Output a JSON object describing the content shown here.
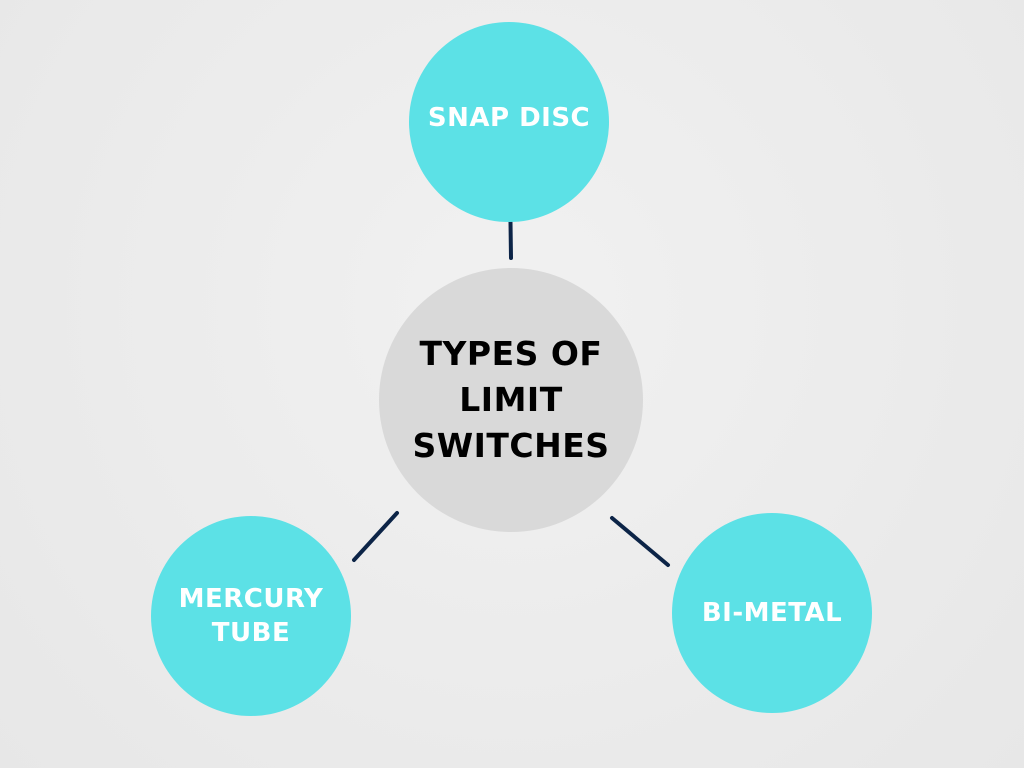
{
  "diagram": {
    "center": {
      "label": "TYPES OF\nLIMIT\nSWITCHES",
      "color": "#d9d9d9",
      "text_color": "#000000"
    },
    "nodes": [
      {
        "id": "snap-disc",
        "label": "SNAP DISC",
        "color": "#5ce1e6",
        "text_color": "#ffffff"
      },
      {
        "id": "mercury-tube",
        "label": "MERCURY\nTUBE",
        "color": "#5ce1e6",
        "text_color": "#ffffff"
      },
      {
        "id": "bi-metal",
        "label": "BI-METAL",
        "color": "#5ce1e6",
        "text_color": "#ffffff"
      }
    ],
    "connector_color": "#0c2447",
    "background_color": "#ededed"
  }
}
